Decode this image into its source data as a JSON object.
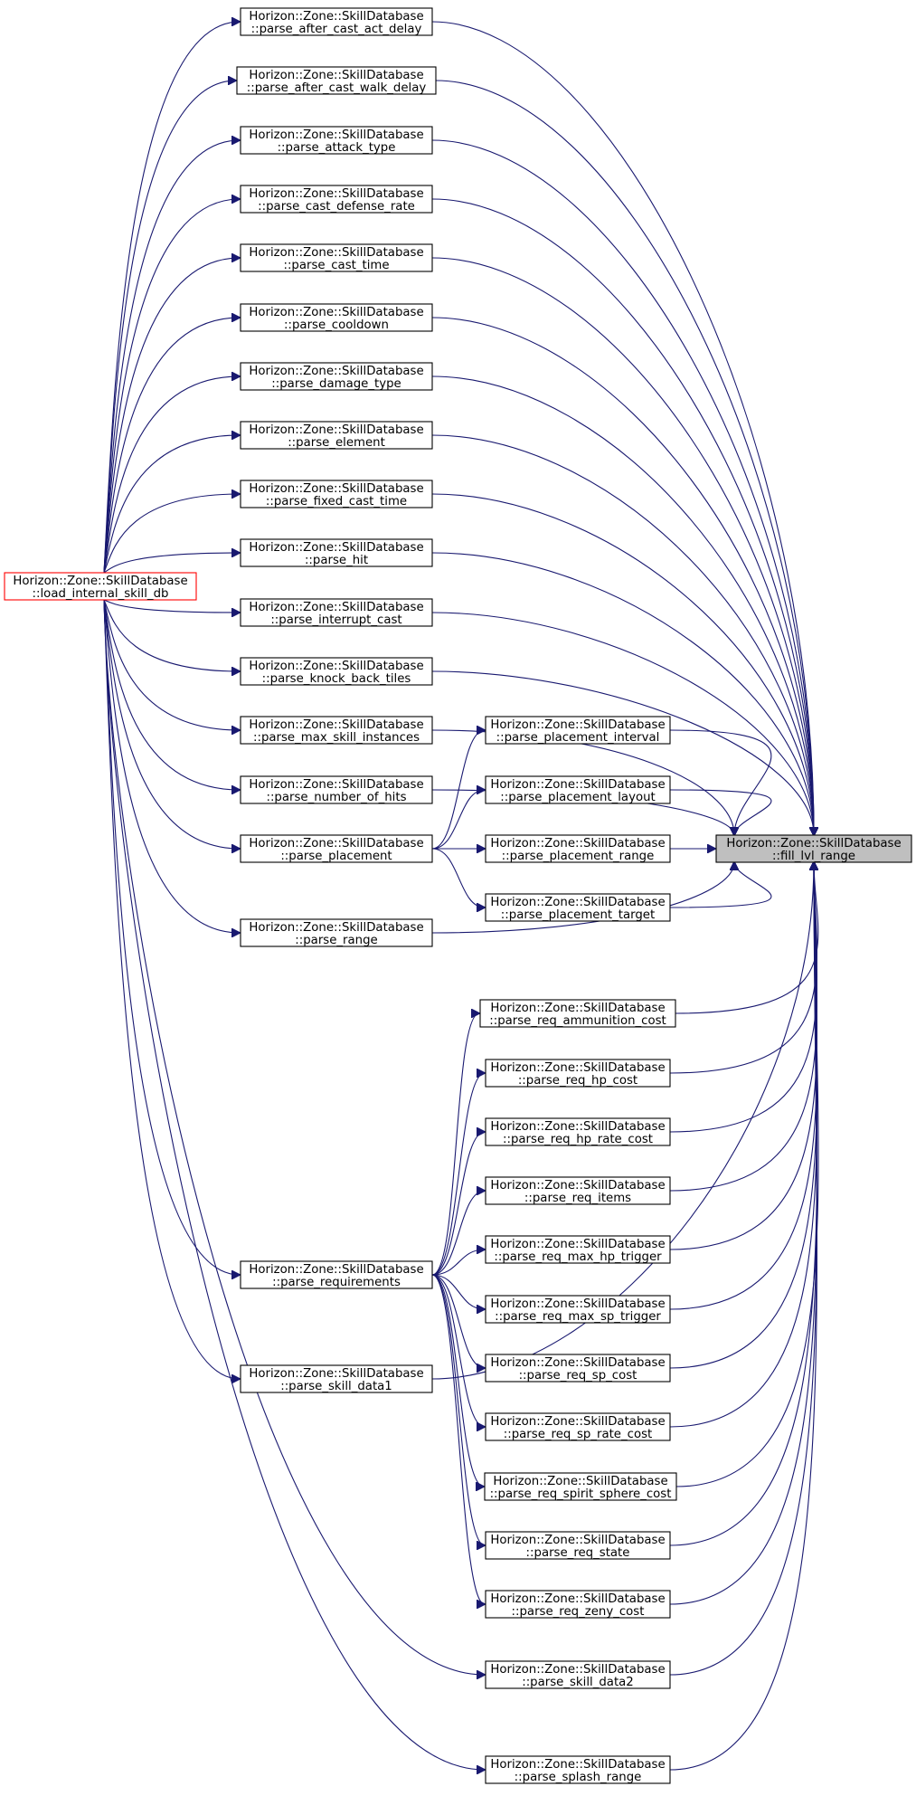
{
  "colors": {
    "edge": "#191970",
    "node_border": "#000000",
    "root_border": "#ff0000",
    "focus_fill": "#bfbfbf",
    "background": "#ffffff"
  },
  "nodes": [
    {
      "id": "load_internal_skill_db",
      "line1": "Horizon::Zone::SkillDatabase",
      "line2": "::load_internal_skill_db"
    },
    {
      "id": "fill_lvl_range",
      "line1": "Horizon::Zone::SkillDatabase",
      "line2": "::fill_lvl_range"
    },
    {
      "id": "parse_after_cast_act_delay",
      "line1": "Horizon::Zone::SkillDatabase",
      "line2": "::parse_after_cast_act_delay"
    },
    {
      "id": "parse_after_cast_walk_delay",
      "line1": "Horizon::Zone::SkillDatabase",
      "line2": "::parse_after_cast_walk_delay"
    },
    {
      "id": "parse_attack_type",
      "line1": "Horizon::Zone::SkillDatabase",
      "line2": "::parse_attack_type"
    },
    {
      "id": "parse_cast_defense_rate",
      "line1": "Horizon::Zone::SkillDatabase",
      "line2": "::parse_cast_defense_rate"
    },
    {
      "id": "parse_cast_time",
      "line1": "Horizon::Zone::SkillDatabase",
      "line2": "::parse_cast_time"
    },
    {
      "id": "parse_cooldown",
      "line1": "Horizon::Zone::SkillDatabase",
      "line2": "::parse_cooldown"
    },
    {
      "id": "parse_damage_type",
      "line1": "Horizon::Zone::SkillDatabase",
      "line2": "::parse_damage_type"
    },
    {
      "id": "parse_element",
      "line1": "Horizon::Zone::SkillDatabase",
      "line2": "::parse_element"
    },
    {
      "id": "parse_fixed_cast_time",
      "line1": "Horizon::Zone::SkillDatabase",
      "line2": "::parse_fixed_cast_time"
    },
    {
      "id": "parse_hit",
      "line1": "Horizon::Zone::SkillDatabase",
      "line2": "::parse_hit"
    },
    {
      "id": "parse_interrupt_cast",
      "line1": "Horizon::Zone::SkillDatabase",
      "line2": "::parse_interrupt_cast"
    },
    {
      "id": "parse_knock_back_tiles",
      "line1": "Horizon::Zone::SkillDatabase",
      "line2": "::parse_knock_back_tiles"
    },
    {
      "id": "parse_max_skill_instances",
      "line1": "Horizon::Zone::SkillDatabase",
      "line2": "::parse_max_skill_instances"
    },
    {
      "id": "parse_number_of_hits",
      "line1": "Horizon::Zone::SkillDatabase",
      "line2": "::parse_number_of_hits"
    },
    {
      "id": "parse_placement",
      "line1": "Horizon::Zone::SkillDatabase",
      "line2": "::parse_placement"
    },
    {
      "id": "parse_range",
      "line1": "Horizon::Zone::SkillDatabase",
      "line2": "::parse_range"
    },
    {
      "id": "parse_requirements",
      "line1": "Horizon::Zone::SkillDatabase",
      "line2": "::parse_requirements"
    },
    {
      "id": "parse_skill_data1",
      "line1": "Horizon::Zone::SkillDatabase",
      "line2": "::parse_skill_data1"
    },
    {
      "id": "parse_placement_interval",
      "line1": "Horizon::Zone::SkillDatabase",
      "line2": "::parse_placement_interval"
    },
    {
      "id": "parse_placement_layout",
      "line1": "Horizon::Zone::SkillDatabase",
      "line2": "::parse_placement_layout"
    },
    {
      "id": "parse_placement_range",
      "line1": "Horizon::Zone::SkillDatabase",
      "line2": "::parse_placement_range"
    },
    {
      "id": "parse_placement_target",
      "line1": "Horizon::Zone::SkillDatabase",
      "line2": "::parse_placement_target"
    },
    {
      "id": "parse_req_ammunition_cost",
      "line1": "Horizon::Zone::SkillDatabase",
      "line2": "::parse_req_ammunition_cost"
    },
    {
      "id": "parse_req_hp_cost",
      "line1": "Horizon::Zone::SkillDatabase",
      "line2": "::parse_req_hp_cost"
    },
    {
      "id": "parse_req_hp_rate_cost",
      "line1": "Horizon::Zone::SkillDatabase",
      "line2": "::parse_req_hp_rate_cost"
    },
    {
      "id": "parse_req_items",
      "line1": "Horizon::Zone::SkillDatabase",
      "line2": "::parse_req_items"
    },
    {
      "id": "parse_req_max_hp_trigger",
      "line1": "Horizon::Zone::SkillDatabase",
      "line2": "::parse_req_max_hp_trigger"
    },
    {
      "id": "parse_req_max_sp_trigger",
      "line1": "Horizon::Zone::SkillDatabase",
      "line2": "::parse_req_max_sp_trigger"
    },
    {
      "id": "parse_req_sp_cost",
      "line1": "Horizon::Zone::SkillDatabase",
      "line2": "::parse_req_sp_cost"
    },
    {
      "id": "parse_req_sp_rate_cost",
      "line1": "Horizon::Zone::SkillDatabase",
      "line2": "::parse_req_sp_rate_cost"
    },
    {
      "id": "parse_req_spirit_sphere_cost",
      "line1": "Horizon::Zone::SkillDatabase",
      "line2": "::parse_req_spirit_sphere_cost"
    },
    {
      "id": "parse_req_state",
      "line1": "Horizon::Zone::SkillDatabase",
      "line2": "::parse_req_state"
    },
    {
      "id": "parse_req_zeny_cost",
      "line1": "Horizon::Zone::SkillDatabase",
      "line2": "::parse_req_zeny_cost"
    },
    {
      "id": "parse_skill_data2",
      "line1": "Horizon::Zone::SkillDatabase",
      "line2": "::parse_skill_data2"
    },
    {
      "id": "parse_splash_range",
      "line1": "Horizon::Zone::SkillDatabase",
      "line2": "::parse_splash_range"
    }
  ],
  "edges": [
    {
      "from": "load_internal_skill_db",
      "to": "parse_after_cast_act_delay"
    },
    {
      "from": "load_internal_skill_db",
      "to": "parse_after_cast_walk_delay"
    },
    {
      "from": "load_internal_skill_db",
      "to": "parse_attack_type"
    },
    {
      "from": "load_internal_skill_db",
      "to": "parse_cast_defense_rate"
    },
    {
      "from": "load_internal_skill_db",
      "to": "parse_cast_time"
    },
    {
      "from": "load_internal_skill_db",
      "to": "parse_cooldown"
    },
    {
      "from": "load_internal_skill_db",
      "to": "parse_damage_type"
    },
    {
      "from": "load_internal_skill_db",
      "to": "parse_element"
    },
    {
      "from": "load_internal_skill_db",
      "to": "parse_fixed_cast_time"
    },
    {
      "from": "load_internal_skill_db",
      "to": "parse_hit"
    },
    {
      "from": "load_internal_skill_db",
      "to": "parse_interrupt_cast"
    },
    {
      "from": "load_internal_skill_db",
      "to": "parse_knock_back_tiles"
    },
    {
      "from": "load_internal_skill_db",
      "to": "parse_max_skill_instances"
    },
    {
      "from": "load_internal_skill_db",
      "to": "parse_number_of_hits"
    },
    {
      "from": "load_internal_skill_db",
      "to": "parse_placement"
    },
    {
      "from": "load_internal_skill_db",
      "to": "parse_range"
    },
    {
      "from": "load_internal_skill_db",
      "to": "parse_requirements"
    },
    {
      "from": "load_internal_skill_db",
      "to": "parse_skill_data1"
    },
    {
      "from": "load_internal_skill_db",
      "to": "parse_skill_data2"
    },
    {
      "from": "load_internal_skill_db",
      "to": "parse_splash_range"
    },
    {
      "from": "parse_placement",
      "to": "parse_placement_interval"
    },
    {
      "from": "parse_placement",
      "to": "parse_placement_layout"
    },
    {
      "from": "parse_placement",
      "to": "parse_placement_range"
    },
    {
      "from": "parse_placement",
      "to": "parse_placement_target"
    },
    {
      "from": "parse_requirements",
      "to": "parse_req_ammunition_cost"
    },
    {
      "from": "parse_requirements",
      "to": "parse_req_hp_cost"
    },
    {
      "from": "parse_requirements",
      "to": "parse_req_hp_rate_cost"
    },
    {
      "from": "parse_requirements",
      "to": "parse_req_items"
    },
    {
      "from": "parse_requirements",
      "to": "parse_req_max_hp_trigger"
    },
    {
      "from": "parse_requirements",
      "to": "parse_req_max_sp_trigger"
    },
    {
      "from": "parse_requirements",
      "to": "parse_req_sp_cost"
    },
    {
      "from": "parse_requirements",
      "to": "parse_req_sp_rate_cost"
    },
    {
      "from": "parse_requirements",
      "to": "parse_req_spirit_sphere_cost"
    },
    {
      "from": "parse_requirements",
      "to": "parse_req_state"
    },
    {
      "from": "parse_requirements",
      "to": "parse_req_zeny_cost"
    },
    {
      "from": "parse_after_cast_act_delay",
      "to": "fill_lvl_range"
    },
    {
      "from": "parse_after_cast_walk_delay",
      "to": "fill_lvl_range"
    },
    {
      "from": "parse_attack_type",
      "to": "fill_lvl_range"
    },
    {
      "from": "parse_cast_defense_rate",
      "to": "fill_lvl_range"
    },
    {
      "from": "parse_cast_time",
      "to": "fill_lvl_range"
    },
    {
      "from": "parse_cooldown",
      "to": "fill_lvl_range"
    },
    {
      "from": "parse_damage_type",
      "to": "fill_lvl_range"
    },
    {
      "from": "parse_element",
      "to": "fill_lvl_range"
    },
    {
      "from": "parse_fixed_cast_time",
      "to": "fill_lvl_range"
    },
    {
      "from": "parse_hit",
      "to": "fill_lvl_range"
    },
    {
      "from": "parse_interrupt_cast",
      "to": "fill_lvl_range"
    },
    {
      "from": "parse_knock_back_tiles",
      "to": "fill_lvl_range"
    },
    {
      "from": "parse_max_skill_instances",
      "to": "fill_lvl_range"
    },
    {
      "from": "parse_number_of_hits",
      "to": "fill_lvl_range"
    },
    {
      "from": "parse_placement_interval",
      "to": "fill_lvl_range"
    },
    {
      "from": "parse_placement_layout",
      "to": "fill_lvl_range"
    },
    {
      "from": "parse_placement_range",
      "to": "fill_lvl_range"
    },
    {
      "from": "parse_placement_target",
      "to": "fill_lvl_range"
    },
    {
      "from": "parse_range",
      "to": "fill_lvl_range"
    },
    {
      "from": "parse_req_ammunition_cost",
      "to": "fill_lvl_range"
    },
    {
      "from": "parse_req_hp_cost",
      "to": "fill_lvl_range"
    },
    {
      "from": "parse_req_hp_rate_cost",
      "to": "fill_lvl_range"
    },
    {
      "from": "parse_req_items",
      "to": "fill_lvl_range"
    },
    {
      "from": "parse_req_max_hp_trigger",
      "to": "fill_lvl_range"
    },
    {
      "from": "parse_req_max_sp_trigger",
      "to": "fill_lvl_range"
    },
    {
      "from": "parse_req_sp_cost",
      "to": "fill_lvl_range"
    },
    {
      "from": "parse_req_sp_rate_cost",
      "to": "fill_lvl_range"
    },
    {
      "from": "parse_req_spirit_sphere_cost",
      "to": "fill_lvl_range"
    },
    {
      "from": "parse_req_state",
      "to": "fill_lvl_range"
    },
    {
      "from": "parse_req_zeny_cost",
      "to": "fill_lvl_range"
    },
    {
      "from": "parse_skill_data1",
      "to": "fill_lvl_range"
    },
    {
      "from": "parse_skill_data2",
      "to": "fill_lvl_range"
    },
    {
      "from": "parse_splash_range",
      "to": "fill_lvl_range"
    }
  ]
}
